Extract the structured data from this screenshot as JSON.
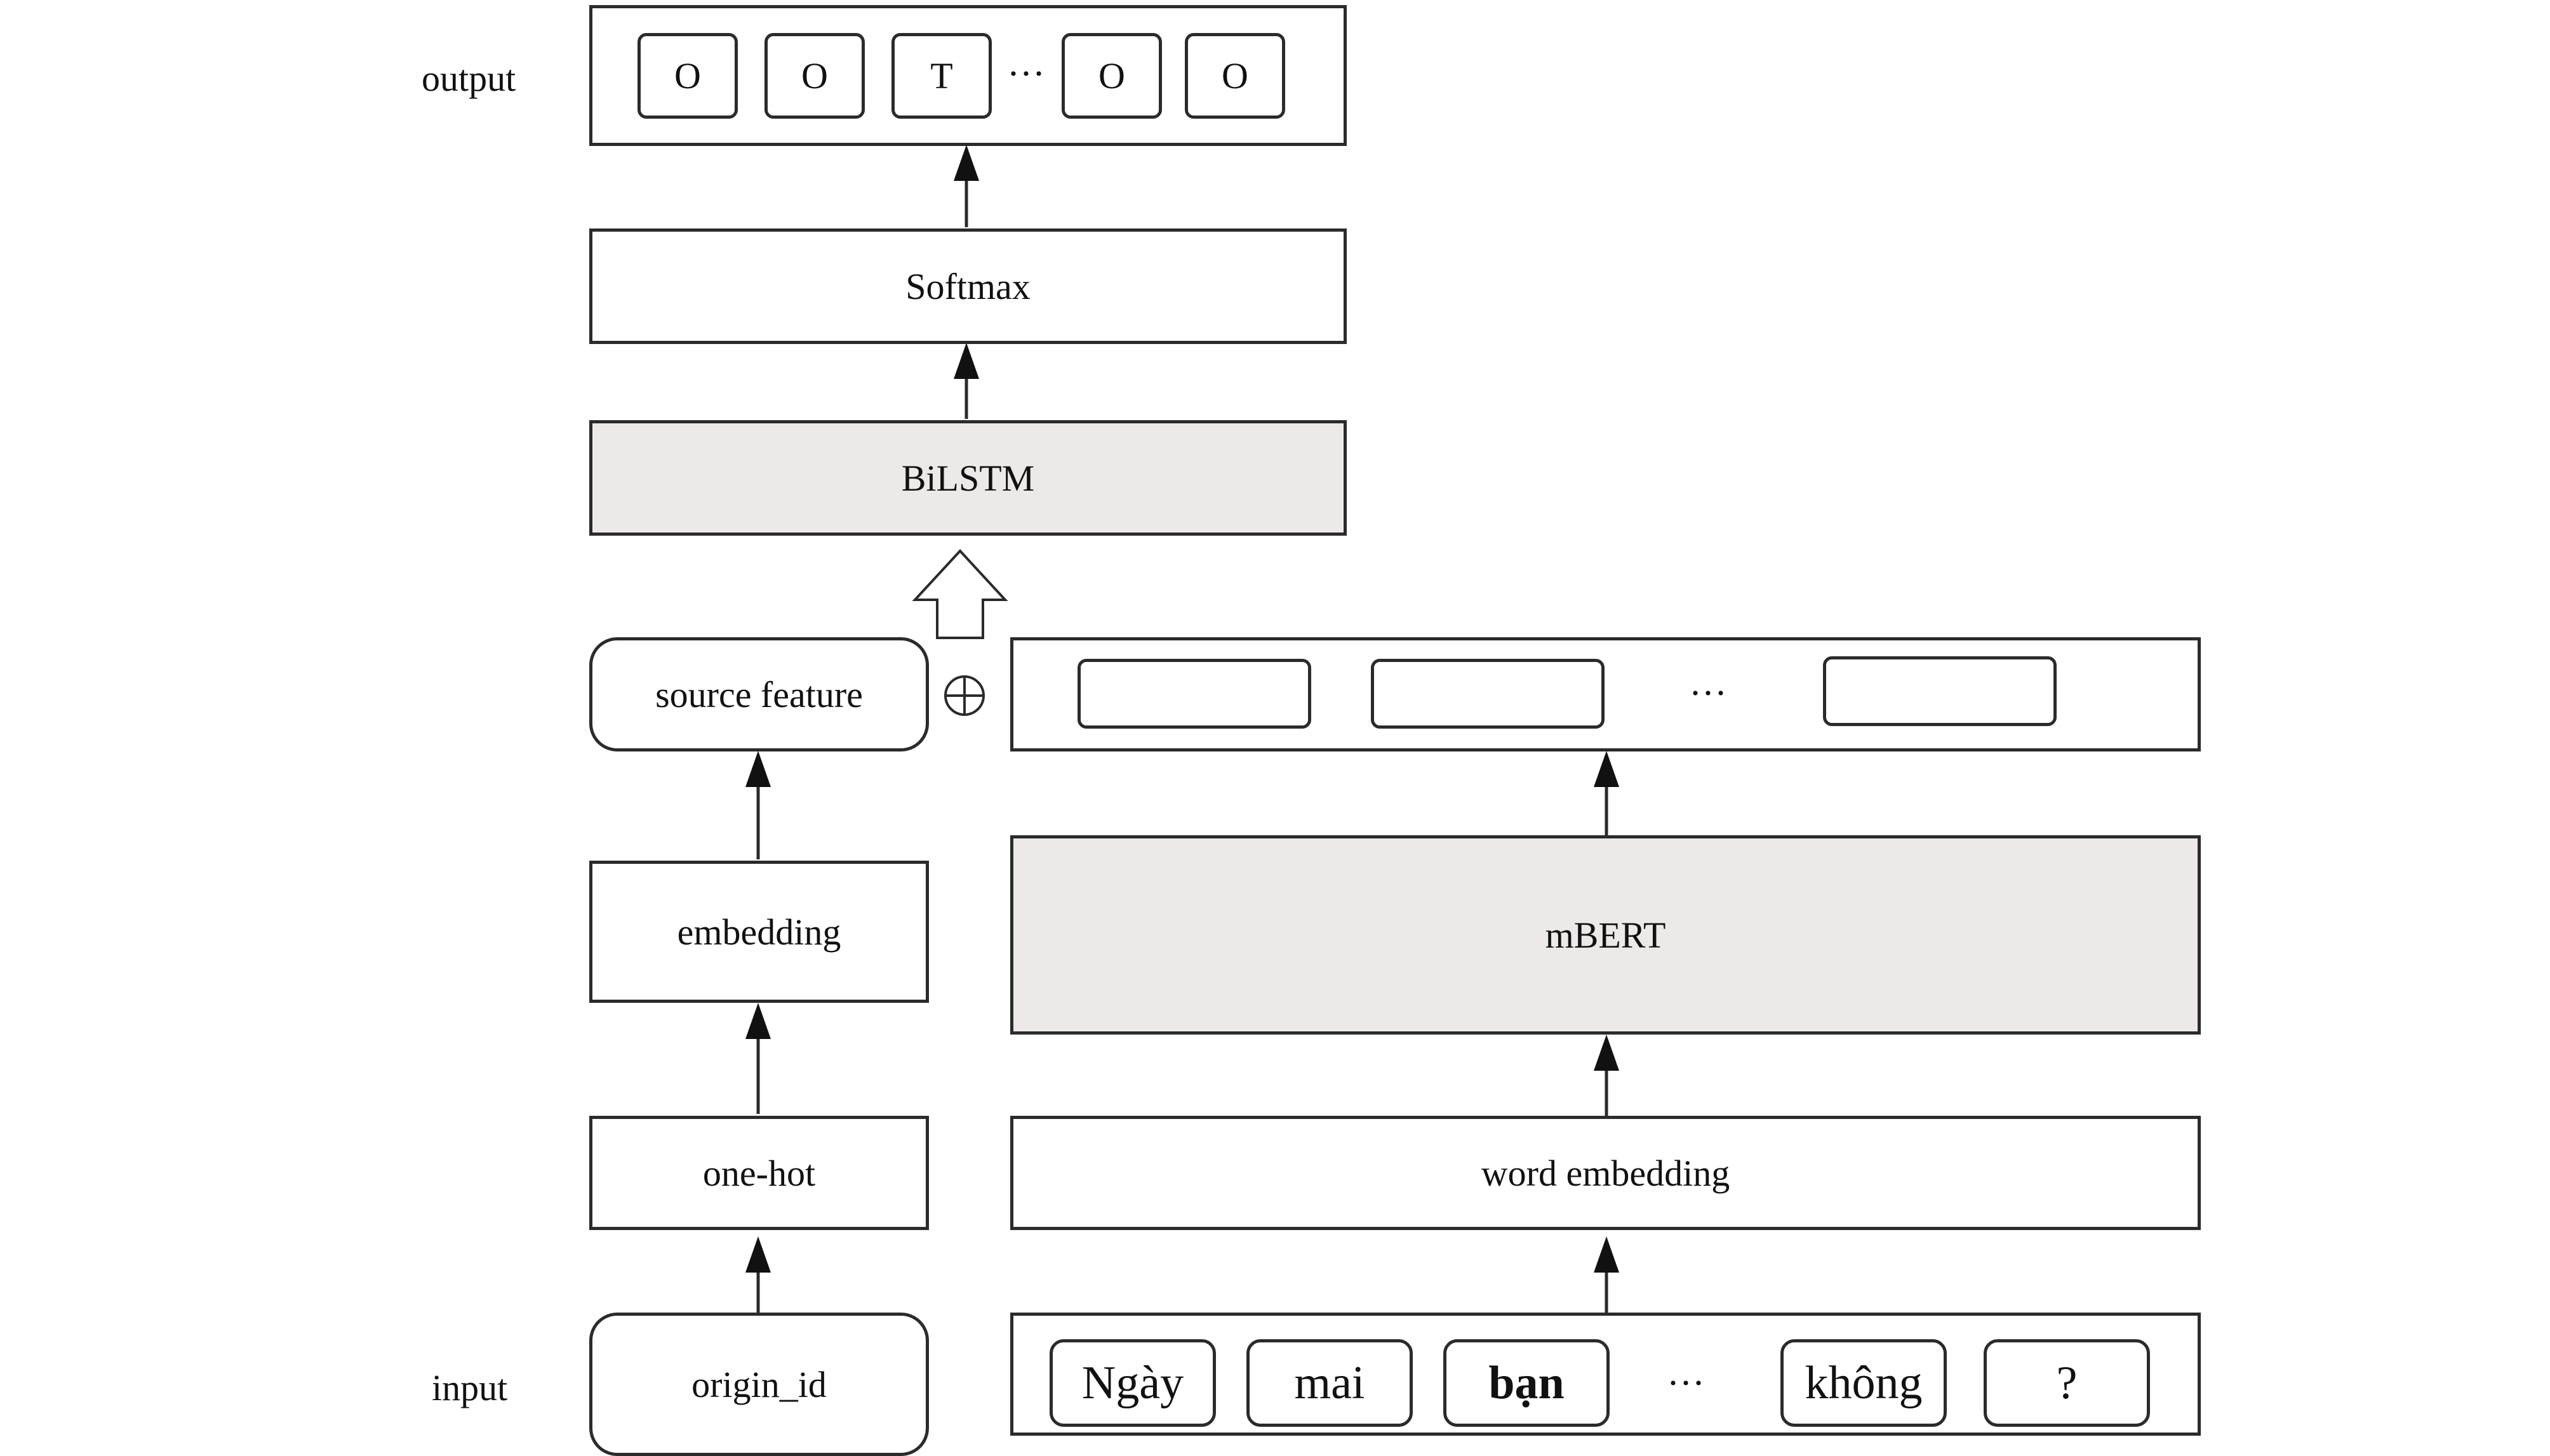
{
  "side_labels": {
    "output": "output",
    "input": "input"
  },
  "output_tokens": [
    "O",
    "O",
    "T",
    "O",
    "O"
  ],
  "ellipsis": "···",
  "layers": {
    "softmax": "Softmax",
    "bilstm": "BiLSTM",
    "source_feature": "source feature",
    "embedding": "embedding",
    "one_hot": "one-hot",
    "origin_id": "origin_id",
    "mbert": "mBERT",
    "word_embedding": "word embedding"
  },
  "concat_symbol": "⊕",
  "input_tokens": [
    "Ngày",
    "mai",
    "bạn",
    "không",
    "?"
  ]
}
